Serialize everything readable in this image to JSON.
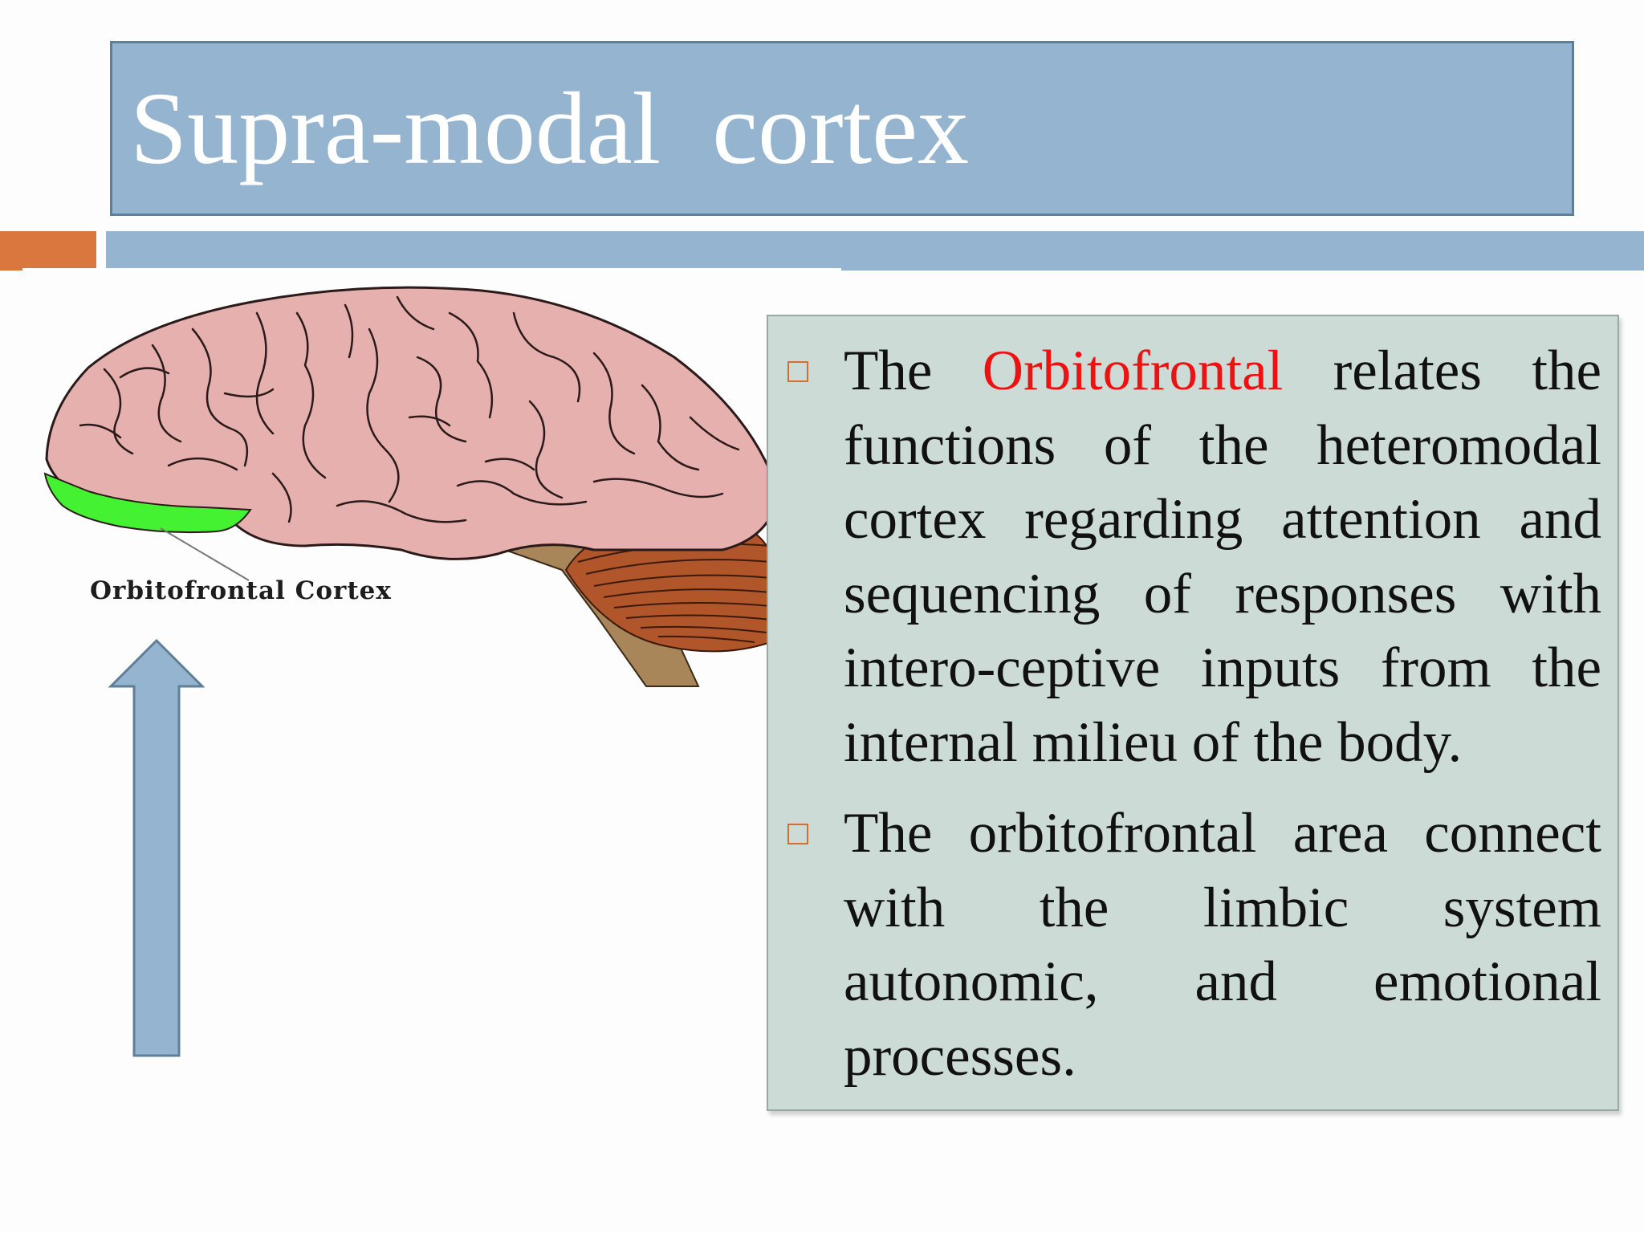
{
  "slide": {
    "title": "Supra-modal  cortex",
    "colors": {
      "title_bg": "#94b4cf",
      "accent_orange": "#d9773e",
      "text_box_bg": "#ccdbd6",
      "highlight_red": "#ee1111",
      "brain_pink": "#e6b0ae",
      "orbitofrontal_green": "#44f232",
      "cerebellum_brown": "#b1552a",
      "brainstem_tan": "#a8865a",
      "arrow_blue": "#94b4cf"
    }
  },
  "figure": {
    "label": "Orbitofrontal Cortex",
    "icons": [
      "brain-illustration-icon",
      "up-arrow-icon"
    ]
  },
  "bullets": [
    {
      "pre": "The ",
      "highlight": "Orbitofrontal",
      "post": " relates the functions of the heteromodal cortex regarding attention and sequencing of responses  with intero-ceptive inputs from the internal milieu of the body."
    },
    {
      "text": "The orbitofrontal area connect with the limbic system autonomic, and emotional processes."
    }
  ]
}
